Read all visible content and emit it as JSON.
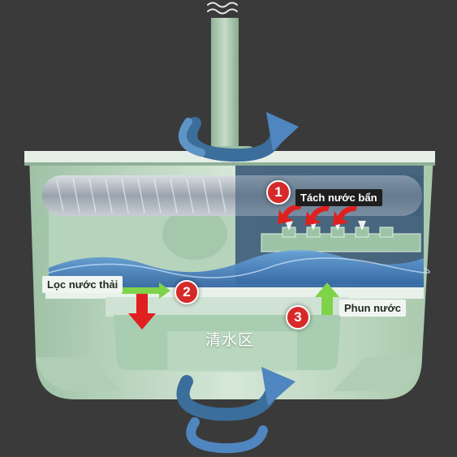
{
  "labels": {
    "dirty_water_separation": "Tách nước bẩn",
    "waste_water_filter": "Lọc nước thải",
    "water_spray": "Phun nước",
    "clean_water_zone": "清水区"
  },
  "steps": [
    "1",
    "2",
    "3"
  ],
  "colors": {
    "background": "#3a3a3b",
    "bucket_green": "#c9ddcb",
    "water_blue": "#4a86c8",
    "arrow_blue": "#4f86bf",
    "badge_red": "#d62a2a",
    "arrow_red": "#e02020",
    "arrow_green": "#7fd34a"
  },
  "icons": [
    "wave-icon",
    "rotation-arrow-icon",
    "down-arrow-icon",
    "up-arrow-icon"
  ]
}
